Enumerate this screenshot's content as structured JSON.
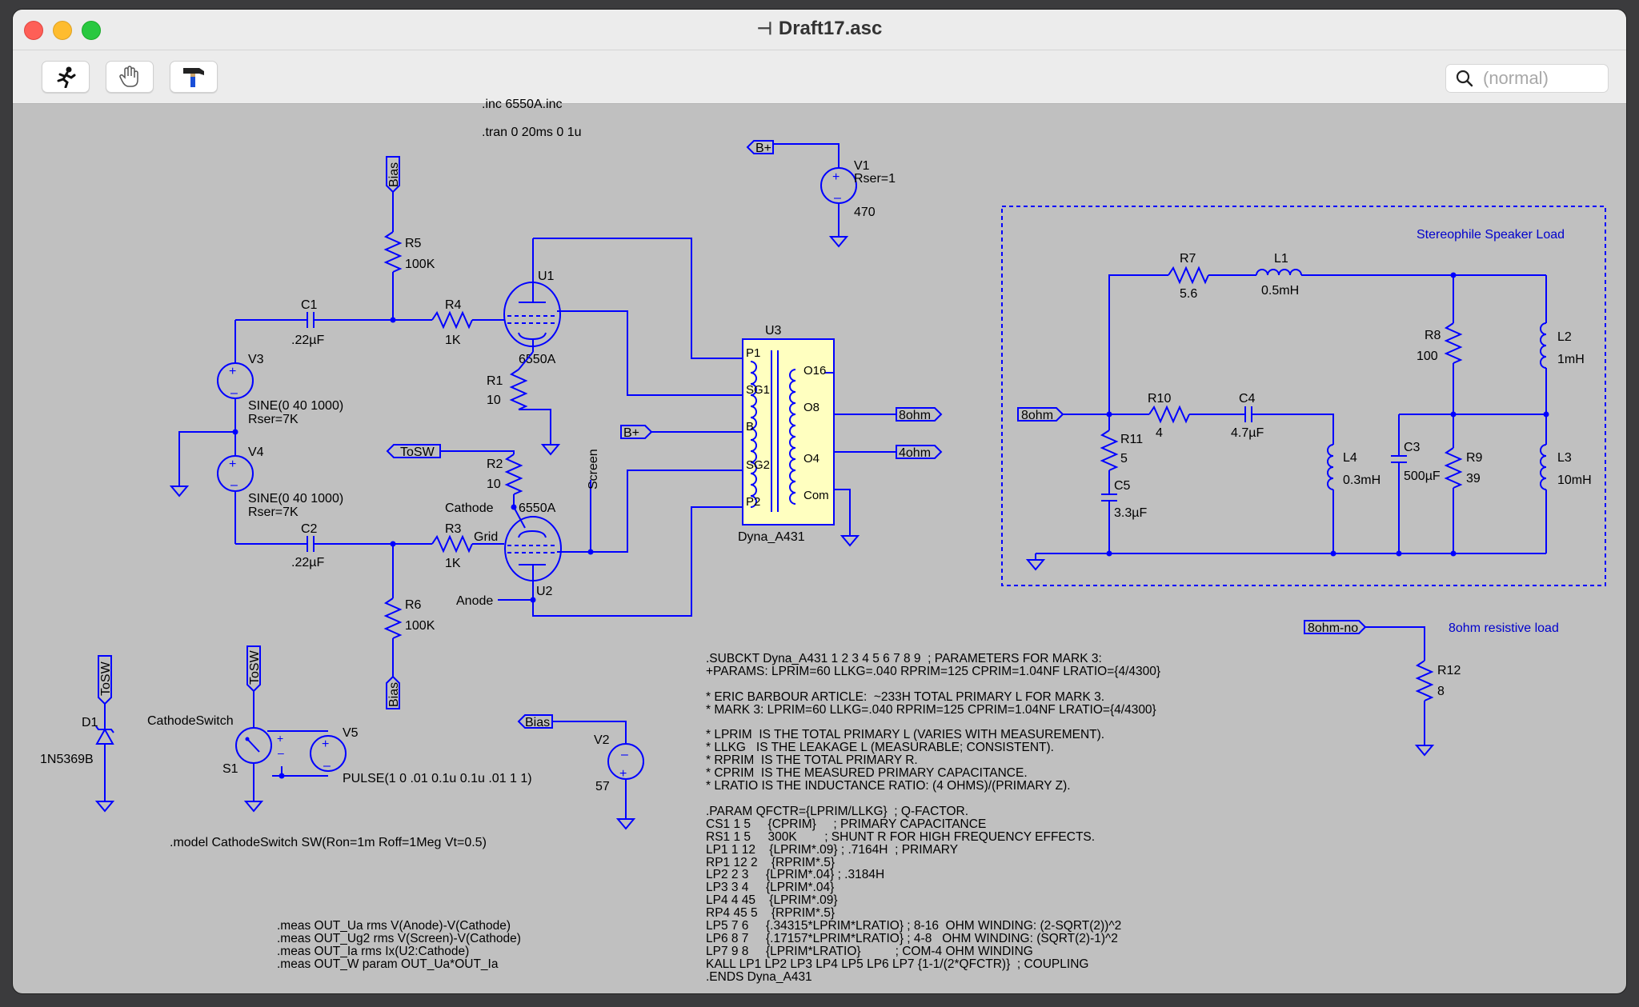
{
  "window": {
    "title": "Draft17.asc",
    "search_placeholder": "(normal)",
    "toolbar": [
      "run-icon",
      "pan-hand-icon",
      "hammer-icon"
    ]
  },
  "colors": {
    "wire": "#0000ff",
    "canvas": "#c0c0c0",
    "transformer_fill": "#ffffc0"
  },
  "directives": {
    "inc": ".inc 6550A.inc",
    "tran": ".tran 0 20ms 0 1u",
    "model": ".model CathodeSwitch SW(Ron=1m Roff=1Meg Vt=0.5)"
  },
  "components": {
    "V1": {
      "name": "V1",
      "param": "Rser=1",
      "value": "470"
    },
    "V2": {
      "name": "V2",
      "value": "57"
    },
    "V3": {
      "name": "V3",
      "value": "SINE(0 40 1000)",
      "param": "Rser=7K"
    },
    "V4": {
      "name": "V4",
      "value": "SINE(0 40 1000)",
      "param": "Rser=7K"
    },
    "V5": {
      "name": "V5",
      "value": "PULSE(1 0 .01 0.1u 0.1u .01 1 1)"
    },
    "R1": {
      "name": "R1",
      "value": "10"
    },
    "R2": {
      "name": "R2",
      "value": "10"
    },
    "R3": {
      "name": "R3",
      "value": "1K"
    },
    "R4": {
      "name": "R4",
      "value": "1K"
    },
    "R5": {
      "name": "R5",
      "value": "100K"
    },
    "R6": {
      "name": "R6",
      "value": "100K"
    },
    "R7": {
      "name": "R7",
      "value": "5.6"
    },
    "R8": {
      "name": "R8",
      "value": "100"
    },
    "R9": {
      "name": "R9",
      "value": "39"
    },
    "R10": {
      "name": "R10",
      "value": "4"
    },
    "R11": {
      "name": "R11",
      "value": "5"
    },
    "R12": {
      "name": "R12",
      "value": "8"
    },
    "C1": {
      "name": "C1",
      "value": ".22µF"
    },
    "C2": {
      "name": "C2",
      "value": ".22µF"
    },
    "C3": {
      "name": "C3",
      "value": "500µF"
    },
    "C4": {
      "name": "C4",
      "value": "4.7µF"
    },
    "C5": {
      "name": "C5",
      "value": "3.3µF"
    },
    "L1": {
      "name": "L1",
      "value": "0.5mH"
    },
    "L2": {
      "name": "L2",
      "value": "1mH"
    },
    "L3": {
      "name": "L3",
      "value": "10mH"
    },
    "L4": {
      "name": "L4",
      "value": "0.3mH"
    },
    "U1": {
      "name": "U1",
      "value": "6550A"
    },
    "U2": {
      "name": "U2",
      "value": "6550A"
    },
    "U3": {
      "name": "U3",
      "value": "Dyna_A431",
      "pins": [
        "P1",
        "SG1",
        "B",
        "SG2",
        "P2",
        "O16",
        "O8",
        "O4",
        "Com"
      ]
    },
    "D1": {
      "name": "D1",
      "value": "1N5369B"
    },
    "S1": {
      "name": "S1",
      "value": "CathodeSwitch"
    }
  },
  "net_labels": {
    "bplus": "B+",
    "bias": "Bias",
    "tosw": "ToSW",
    "eight_ohm": "8ohm",
    "four_ohm": "4ohm",
    "eight_ohm_no": "8ohm-no"
  },
  "wire_labels": {
    "cathode": "Cathode",
    "grid": "Grid",
    "anode": "Anode",
    "screen": "Screen"
  },
  "comments": {
    "speaker_load": "Stereophile Speaker Load",
    "resistive_load": "8ohm resistive load"
  },
  "netlist_text": ".SUBCKT Dyna_A431 1 2 3 4 5 6 7 8 9  ; PARAMETERS FOR MARK 3:\n+PARAMS: LPRIM=60 LLKG=.040 RPRIM=125 CPRIM=1.04NF LRATIO={4/4300}\n\n* ERIC BARBOUR ARTICLE:  ~233H TOTAL PRIMARY L FOR MARK 3.\n* MARK 3: LPRIM=60 LLKG=.040 RPRIM=125 CPRIM=1.04NF LRATIO={4/4300}\n\n* LPRIM  IS THE TOTAL PRIMARY L (VARIES WITH MEASUREMENT).\n* LLKG   IS THE LEAKAGE L (MEASURABLE; CONSISTENT).\n* RPRIM  IS THE TOTAL PRIMARY R.\n* CPRIM  IS THE MEASURED PRIMARY CAPACITANCE.\n* LRATIO IS THE INDUCTANCE RATIO: (4 OHMS)/(PRIMARY Z).\n\n.PARAM QFCTR={LPRIM/LLKG}  ; Q-FACTOR.\nCS1 1 5     {CPRIM}     ; PRIMARY CAPACITANCE\nRS1 1 5     300K        ; SHUNT R FOR HIGH FREQUENCY EFFECTS.\nLP1 1 12    {LPRIM*.09} ; .7164H  ; PRIMARY\nRP1 12 2    {RPRIM*.5}\nLP2 2 3     {LPRIM*.04} ; .3184H\nLP3 3 4     {LPRIM*.04}\nLP4 4 45    {LPRIM*.09}\nRP4 45 5    {RPRIM*.5}\nLP5 7 6     {.34315*LPRIM*LRATIO} ; 8-16  OHM WINDING: (2-SQRT(2))^2\nLP6 8 7     {.17157*LPRIM*LRATIO} ; 4-8   OHM WINDING: (SQRT(2)-1)^2\nLP7 9 8     {LPRIM*LRATIO}          ; COM-4 OHM WINDING\nKALL LP1 LP2 LP3 LP4 LP5 LP6 LP7 {1-1/(2*QFCTR)}  ; COUPLING\n.ENDS Dyna_A431",
  "meas_text": ".meas OUT_Ua rms V(Anode)-V(Cathode)\n.meas OUT_Ug2 rms V(Screen)-V(Cathode)\n.meas OUT_Ia rms Ix(U2:Cathode)\n.meas OUT_W param OUT_Ua*OUT_Ia"
}
